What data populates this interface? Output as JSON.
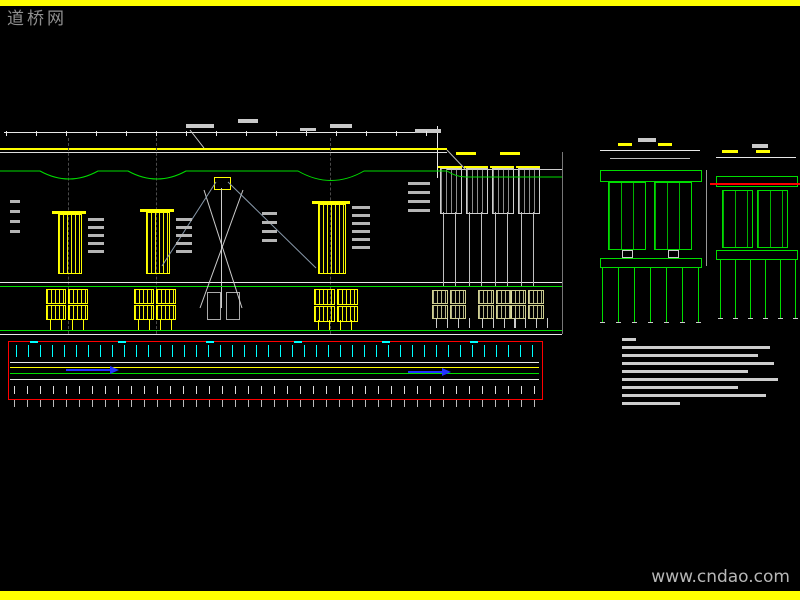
{
  "watermarks": {
    "site_name": "道桥网",
    "site_url": "www.cndao.com"
  },
  "palette": {
    "background": "#000000",
    "frame_yellow": "#ffff00",
    "line_white": "#e8e8e8",
    "line_green": "#00dd00",
    "line_cyan": "#00ffff",
    "line_red": "#ff0000",
    "arrow_blue": "#2233ff",
    "watermark_gray": "#8f8f8f"
  },
  "figure": {
    "type": "cad-bridge-general-layout",
    "views": {
      "elevation": {
        "main_piers": 3,
        "approach_piers": 4,
        "pile_cap_groups": 6
      },
      "section_1": {
        "box_cells": 2,
        "piles": 7
      },
      "section_2": {
        "box_cells": 2,
        "piles": 6
      }
    },
    "notes_line_count": 9
  }
}
